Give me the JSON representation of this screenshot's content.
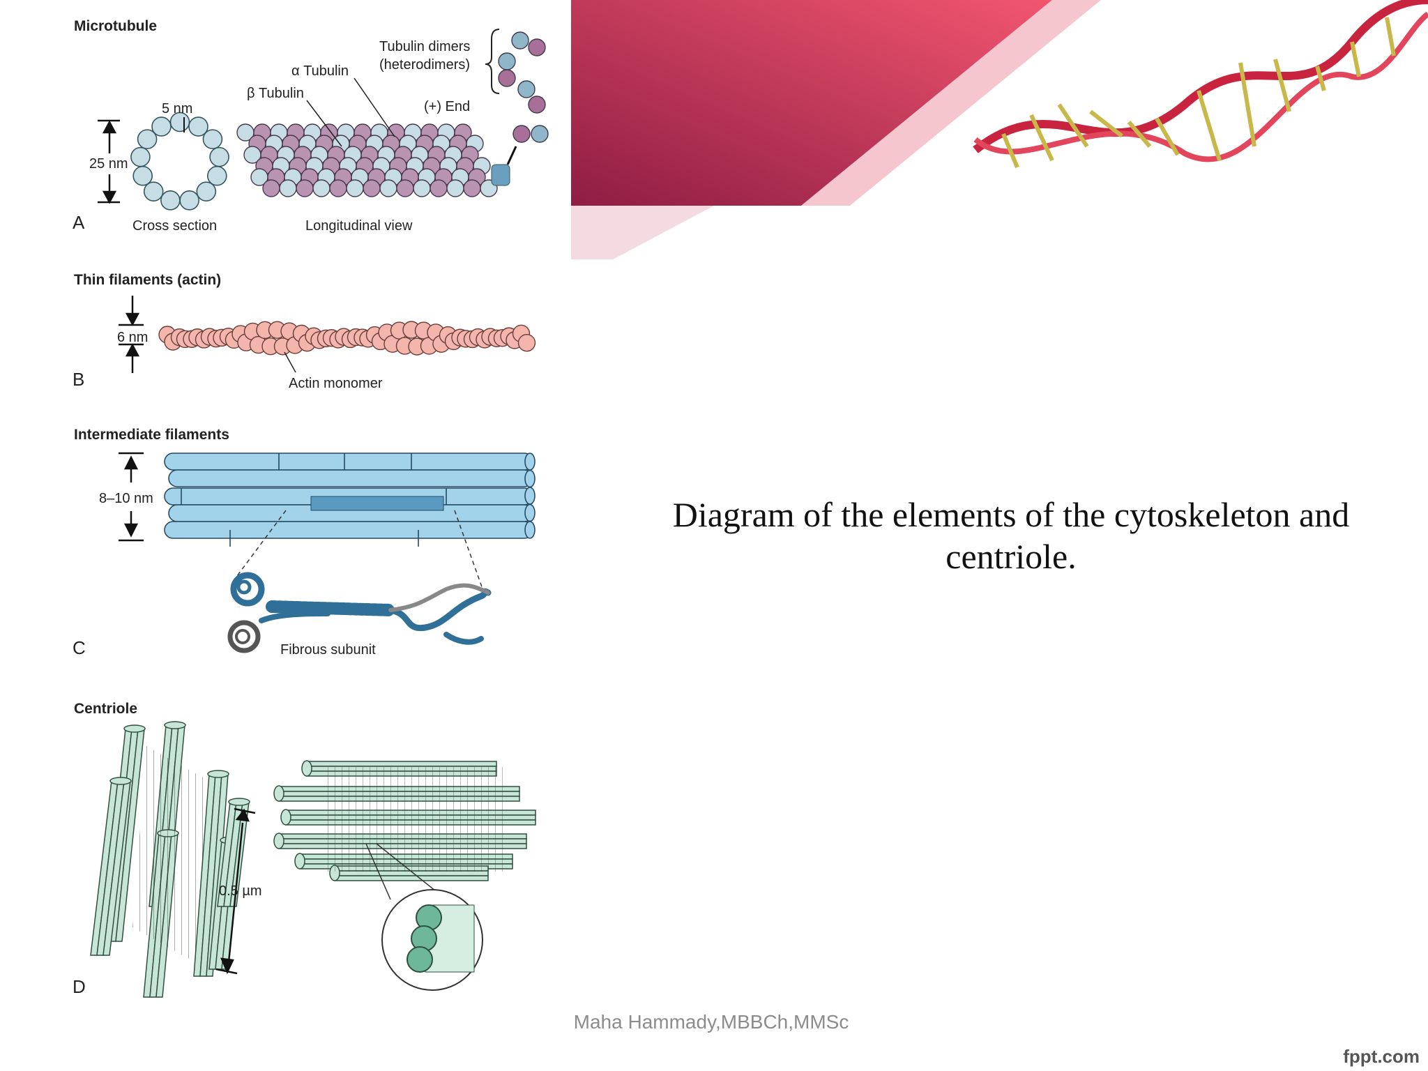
{
  "banner": {
    "accent_dark": "#8e1d44",
    "accent_light": "#f2566f",
    "icon": "dna-helix-icon"
  },
  "figure": {
    "colors": {
      "tubulin_alpha": "#c6dde6",
      "tubulin_beta": "#b894b2",
      "actin": "#f4b5ac",
      "intermediate": "#a3d3ea",
      "centriole": "#c7e6d7"
    },
    "panel_a": {
      "title": "Microtubule",
      "letter": "A",
      "dimer_label_1": "Tubulin dimers",
      "dimer_label_2": "(heterodimers)",
      "alpha_label": "α Tubulin",
      "beta_label": "β Tubulin",
      "end_label": "(+) End",
      "width_label": "5 nm",
      "diameter_label": "25 nm",
      "cross_section_label": "Cross section",
      "longitudinal_label": "Longitudinal view"
    },
    "panel_b": {
      "title": "Thin filaments (actin)",
      "letter": "B",
      "width_label": "6 nm",
      "monomer_label": "Actin monomer"
    },
    "panel_c": {
      "title": "Intermediate filaments",
      "letter": "C",
      "width_label": "8–10 nm",
      "subunit_label": "Fibrous subunit"
    },
    "panel_d": {
      "title": "Centriole",
      "letter": "D",
      "length_label": "0.5 µm"
    }
  },
  "caption": "Diagram of the elements of the cytoskeleton and centriole.",
  "footer": "Maha Hammady,MBBCh,MMSc",
  "brand": "fppt.com"
}
